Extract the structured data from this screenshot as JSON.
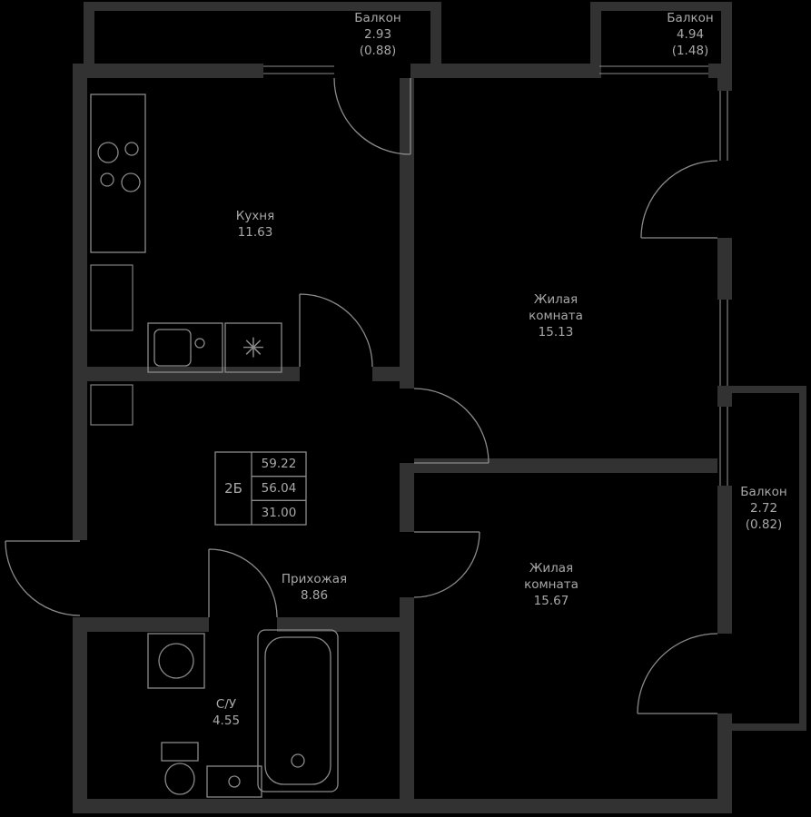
{
  "colors": {
    "bg": "#000000",
    "wall": "#323232",
    "line": "#8a8a8a",
    "text": "#a8a8a8"
  },
  "unit": {
    "type_label": "2Б",
    "area_total": "59.22",
    "area_reduced": "56.04",
    "area_living": "31.00"
  },
  "rooms": {
    "balcony_top_left": {
      "name": "Балкон",
      "area": "2.93",
      "reduced": "(0.88)"
    },
    "balcony_top_right": {
      "name": "Балкон",
      "area": "4.94",
      "reduced": "(1.48)"
    },
    "balcony_right": {
      "name": "Балкон",
      "area": "2.72",
      "reduced": "(0.82)"
    },
    "kitchen": {
      "name": "Кухня",
      "area": "11.63"
    },
    "living_room_1": {
      "name_line1": "Жилая",
      "name_line2": "комната",
      "area": "15.13"
    },
    "living_room_2": {
      "name_line1": "Жилая",
      "name_line2": "комната",
      "area": "15.67"
    },
    "hallway": {
      "name": "Прихожая",
      "area": "8.86"
    },
    "bathroom": {
      "name": "С/У",
      "area": "4.55"
    }
  },
  "icons": {
    "appliance_glyph": "✳"
  }
}
